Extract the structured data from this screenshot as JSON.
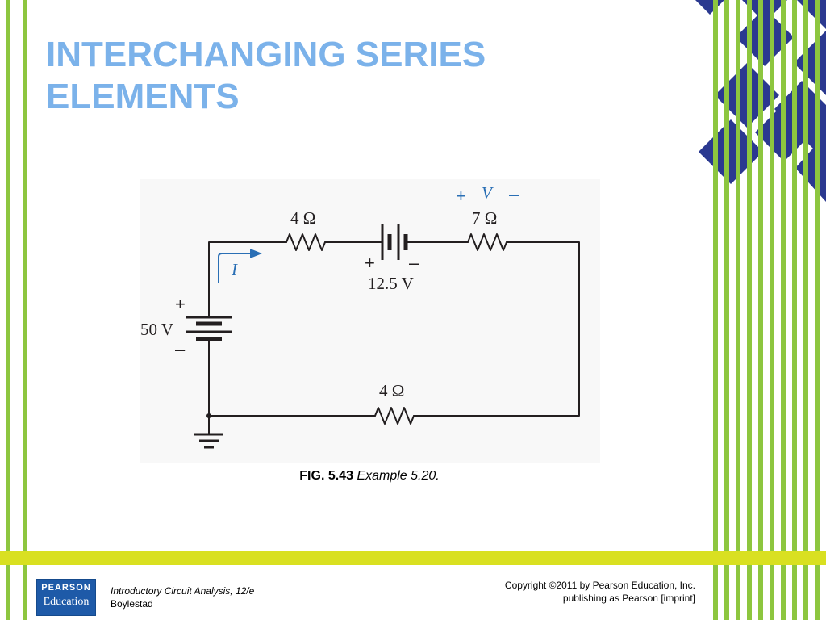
{
  "slide": {
    "title_line1": "INTERCHANGING SERIES",
    "title_line2": "ELEMENTS",
    "colors": {
      "title": "#7bb2ea",
      "green_stripe": "#8dc63f",
      "navy_diamond": "#2b3990",
      "yellow_band": "#d9e021",
      "current_arrow": "#2a6fb5"
    }
  },
  "circuit": {
    "source_left": {
      "value": "50 V",
      "plus": "+",
      "minus": "–"
    },
    "battery_top": {
      "value": "12.5 V",
      "plus": "+",
      "minus": "–"
    },
    "resistor_top_left": "4 Ω",
    "resistor_top_right": "7 Ω",
    "resistor_bottom": "4 Ω",
    "current_label": "I",
    "voltage_label": {
      "symbol": "V",
      "plus": "+",
      "minus": "–"
    },
    "icons": [
      "resistor-icon",
      "battery-icon",
      "ground-icon",
      "current-arrow-icon"
    ]
  },
  "caption": {
    "fig_number": "FIG. 5.43",
    "fig_text": "Example 5.20."
  },
  "footer": {
    "logo_top": "PEARSON",
    "logo_bottom": "Education",
    "book_title": "Introductory Circuit Analysis, 12/e",
    "book_author": "Boylestad",
    "copyright_line1": "Copyright ©2011 by Pearson Education, Inc.",
    "copyright_line2": "publishing as Pearson [imprint]"
  }
}
